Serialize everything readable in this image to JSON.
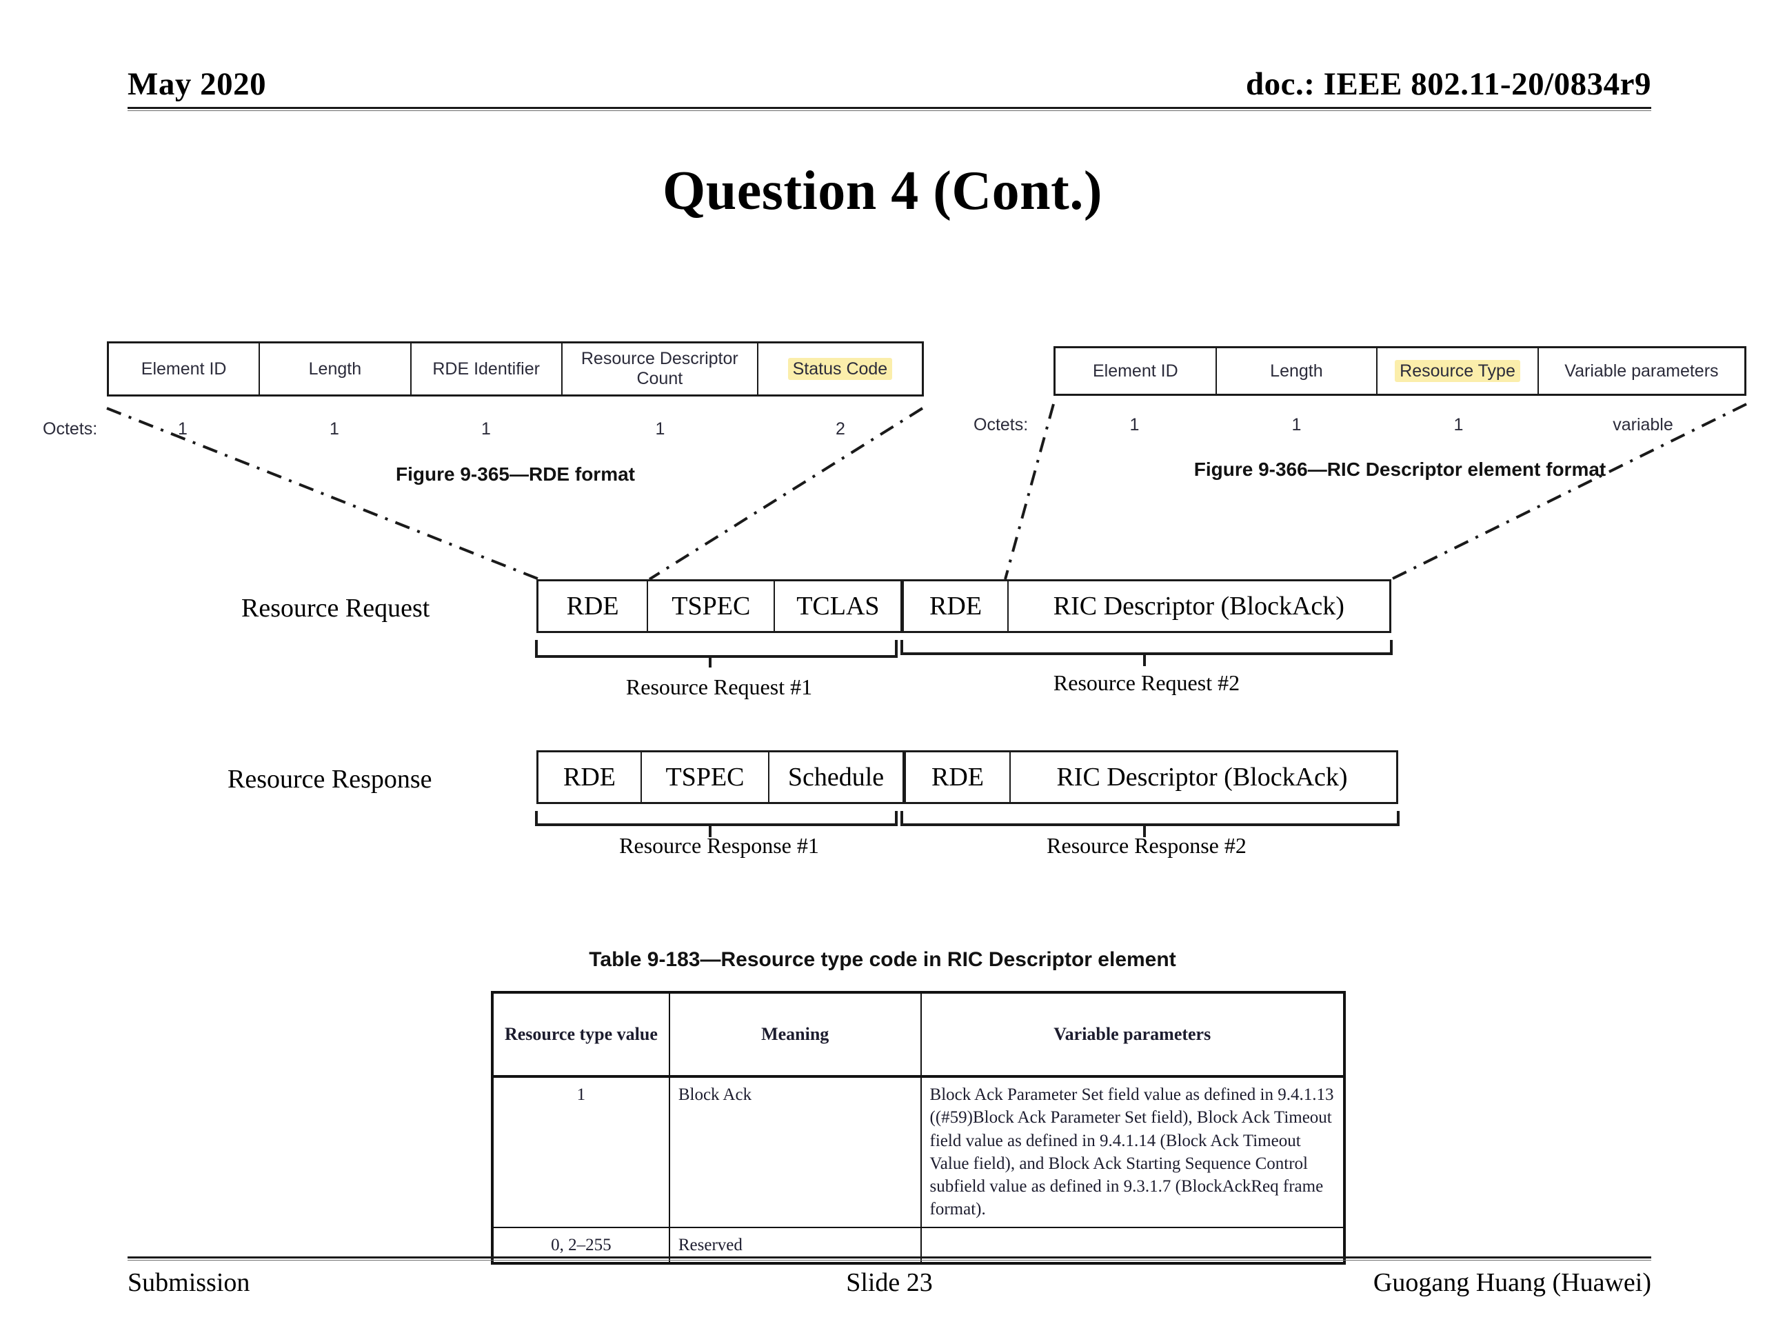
{
  "header": {
    "date": "May 2020",
    "doc": "doc.: IEEE 802.11-20/0834r9"
  },
  "title": "Question 4 (Cont.)",
  "figures": [
    {
      "id": "figure-9-365",
      "caption": "Figure 9-365—RDE format",
      "octets_label": "Octets:",
      "fields": [
        {
          "label": "Element ID",
          "octets": "1",
          "highlight": false
        },
        {
          "label": "Length",
          "octets": "1",
          "highlight": false
        },
        {
          "label": "RDE Identifier",
          "octets": "1",
          "highlight": false
        },
        {
          "label": "Resource Descriptor Count",
          "octets": "1",
          "highlight": false
        },
        {
          "label": "Status Code",
          "octets": "2",
          "highlight": true
        }
      ]
    },
    {
      "id": "figure-9-366",
      "caption": "Figure 9-366—RIC Descriptor element format",
      "octets_label": "Octets:",
      "fields": [
        {
          "label": "Element ID",
          "octets": "1",
          "highlight": false
        },
        {
          "label": "Length",
          "octets": "1",
          "highlight": false
        },
        {
          "label": "Resource Type",
          "octets": "1",
          "highlight": true
        },
        {
          "label": "Variable parameters",
          "octets": "variable",
          "highlight": false
        }
      ]
    }
  ],
  "sequences": [
    {
      "id": "resource-request",
      "label": "Resource Request",
      "cells": [
        "RDE",
        "TSPEC",
        "TCLAS",
        "RDE",
        "RIC Descriptor (BlockAck)"
      ],
      "groups": [
        "Resource Request #1",
        "Resource Request #2"
      ]
    },
    {
      "id": "resource-response",
      "label": "Resource Response",
      "cells": [
        "RDE",
        "TSPEC",
        "Schedule",
        "RDE",
        "RIC Descriptor (BlockAck)"
      ],
      "groups": [
        "Resource Response #1",
        "Resource Response #2"
      ]
    }
  ],
  "table": {
    "caption": "Table 9-183—Resource type code in RIC Descriptor element",
    "columns": [
      "Resource type value",
      "Meaning",
      "Variable parameters"
    ],
    "rows": [
      {
        "value": "1",
        "meaning": "Block Ack",
        "parameters": "Block Ack Parameter Set field value as defined in 9.4.1.13 ((#59)Block Ack Parameter Set field), Block Ack Timeout field value as defined in 9.4.1.14 (Block Ack Timeout Value field), and Block Ack Starting Sequence Control subfield value as defined in 9.3.1.7 (BlockAckReq frame format)."
      },
      {
        "value": "0, 2–255",
        "meaning": "Reserved",
        "parameters": ""
      }
    ]
  },
  "footer": {
    "left": "Submission",
    "center": "Slide 23",
    "right": "Guogang Huang (Huawei)"
  },
  "colors": {
    "highlight": "#fbeeab",
    "rule": "#1a1a1a",
    "field_text": "#2b2b3a"
  }
}
